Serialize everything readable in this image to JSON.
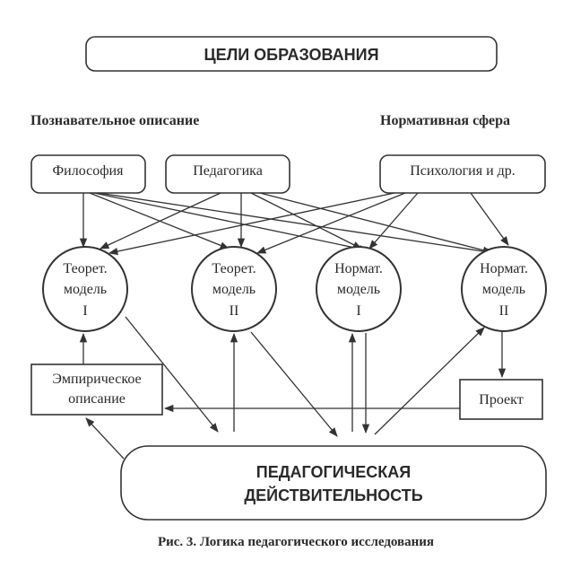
{
  "goals_label": "ЦЕЛИ ОБРАЗОВАНИЯ",
  "section_left": "Познавательное описание",
  "section_right": "Нормативная сфера",
  "sources": {
    "philosophy": "Философия",
    "pedagogy": "Педагогика",
    "psychology": "Психология и др."
  },
  "models": [
    {
      "line1": "Теорет.",
      "line2": "модель",
      "line3": "I"
    },
    {
      "line1": "Теорет.",
      "line2": "модель",
      "line3": "II"
    },
    {
      "line1": "Нормат.",
      "line2": "модель",
      "line3": "I"
    },
    {
      "line1": "Нормат.",
      "line2": "модель",
      "line3": "II"
    }
  ],
  "empirical": {
    "line1": "Эмпирическое",
    "line2": "описание"
  },
  "project": "Проект",
  "reality": {
    "line1": "ПЕДАГОГИЧЕСКАЯ",
    "line2": "ДЕЙСТВИТЕЛЬНОСТЬ"
  },
  "caption": "Рис. 3. Логика педагогического исследования",
  "colors": {
    "ink": "#2a2a2a",
    "line": "#333333",
    "background": "#ffffff"
  }
}
